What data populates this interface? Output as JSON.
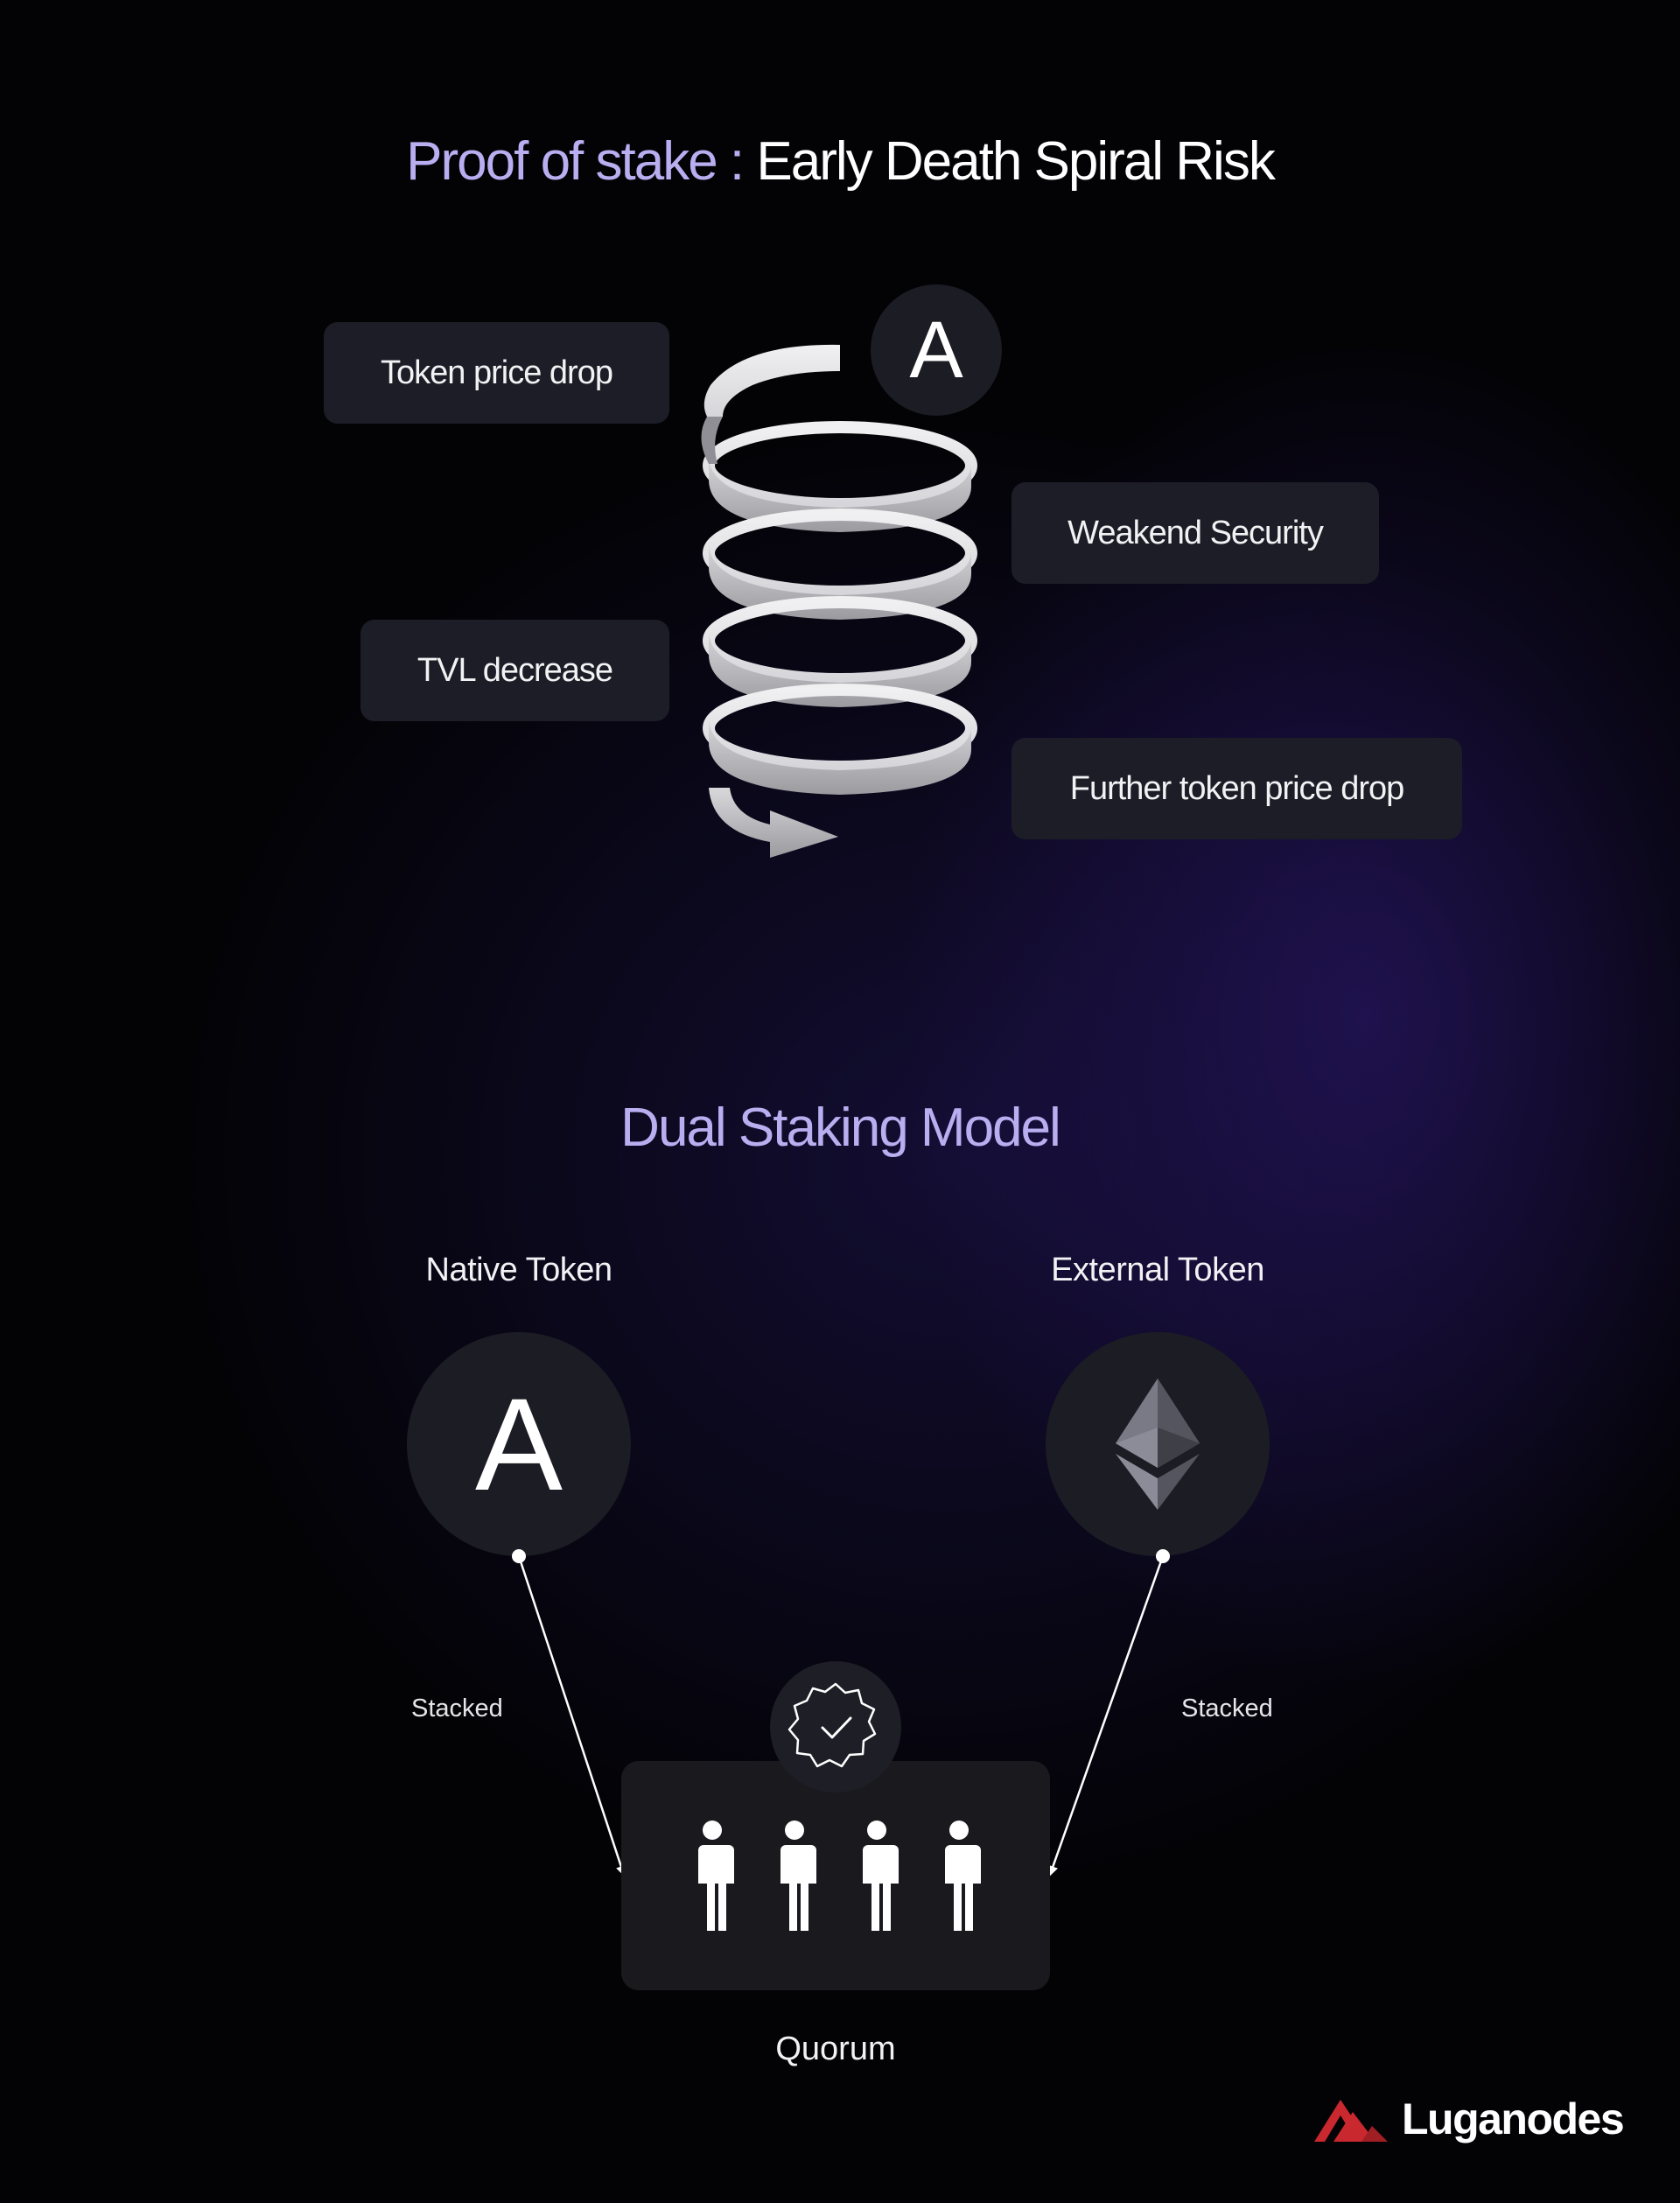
{
  "title": {
    "prefix": "Proof of stake :",
    "main": "Early Death Spiral Risk"
  },
  "spiral": {
    "coin_letter": "A",
    "steps": [
      "Token price drop",
      "Weakend Security",
      "TVL decrease",
      "Further token price drop"
    ]
  },
  "dual_staking": {
    "title": "Dual Staking Model",
    "native": {
      "label": "Native Token",
      "coin_letter": "A",
      "edge_label": "Stacked"
    },
    "external": {
      "label": "External Token",
      "icon": "ethereum-icon",
      "edge_label": "Stacked"
    },
    "quorum": {
      "label": "Quorum",
      "badge_icon": "verified-check-icon",
      "member_icon": "person-icon",
      "member_count": 4
    }
  },
  "brand": {
    "name": "Luganodes",
    "logo_icon": "mountain-logo-icon",
    "logo_color": "#c8282e"
  },
  "colors": {
    "accent_text": "#b8aef0",
    "pill_background": "#1d1d27",
    "quorum_background": "#1a1a1e"
  }
}
